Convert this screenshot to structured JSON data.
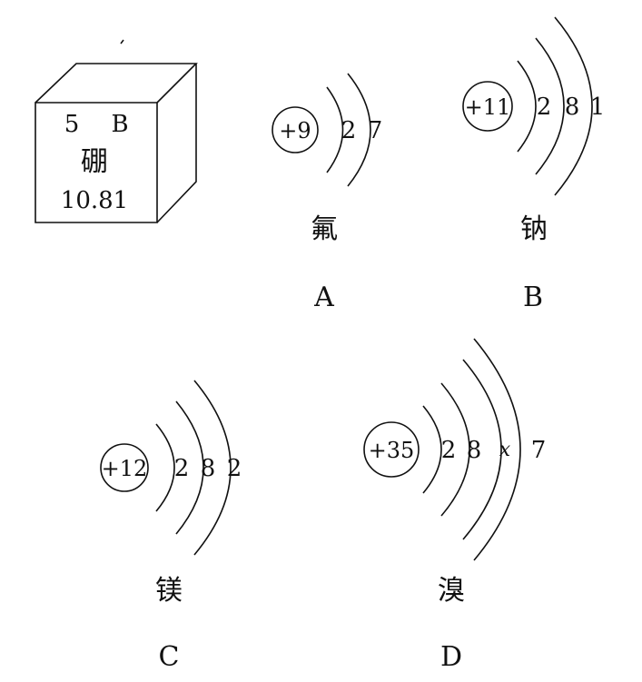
{
  "element_card": {
    "atomic_number": "5",
    "symbol": "B",
    "name": "硼",
    "mass": "10.81"
  },
  "atoms": [
    {
      "id": "A",
      "nucleus": "+9",
      "shells": [
        "2",
        "7"
      ],
      "name": "氟",
      "option": "A"
    },
    {
      "id": "B",
      "nucleus": "+11",
      "shells": [
        "2",
        "8",
        "1"
      ],
      "name": "钠",
      "option": "B"
    },
    {
      "id": "C",
      "nucleus": "+12",
      "shells": [
        "2",
        "8",
        "2"
      ],
      "name": "镁",
      "option": "C"
    },
    {
      "id": "D",
      "nucleus": "+35",
      "shells": [
        "2",
        "8",
        "x",
        "7"
      ],
      "name": "溴",
      "option": "D"
    }
  ]
}
